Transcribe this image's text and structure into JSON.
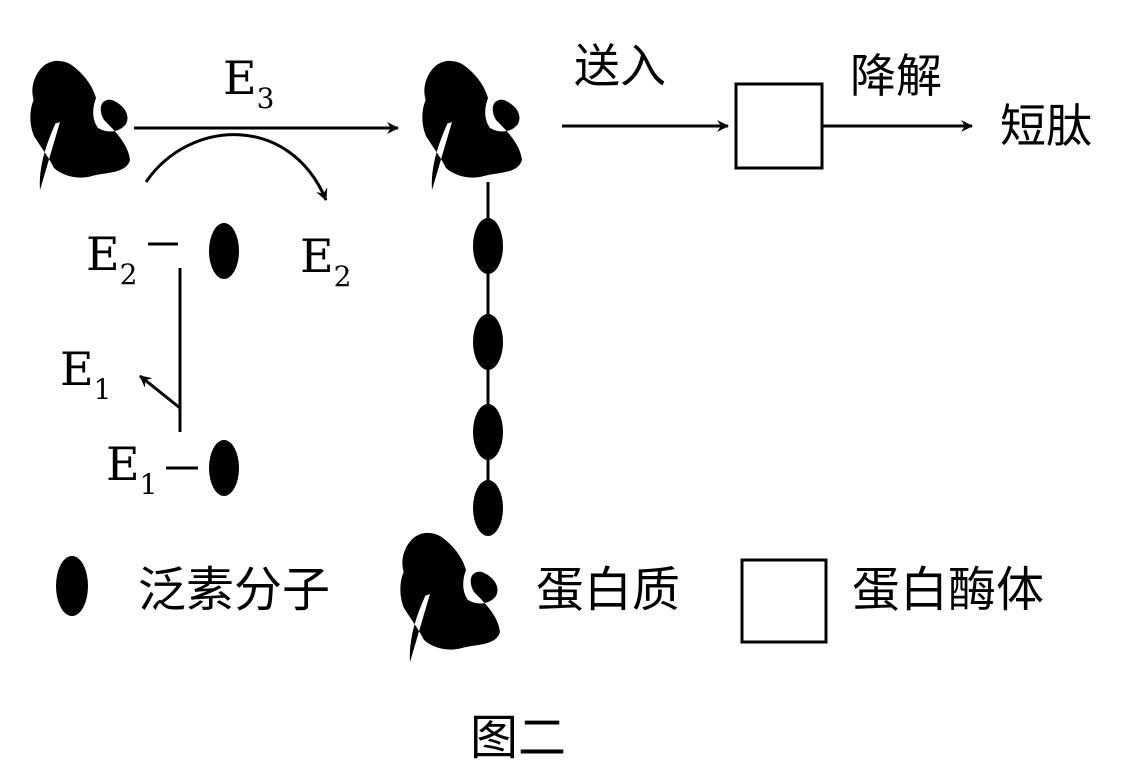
{
  "labels": {
    "e3": "E",
    "e3_sub": "3",
    "e2_left": "E",
    "e2_left_sub": "2",
    "e2_right": "E",
    "e2_right_sub": "2",
    "e1_top": "E",
    "e1_top_sub": "1",
    "e1_bottom": "E",
    "e1_bottom_sub": "1",
    "send_in": "送入",
    "degrade": "降解",
    "short_peptide": "短肽"
  },
  "legend": {
    "ubiquitin": "泛素分子",
    "protein": "蛋白质",
    "proteasome": "蛋白酶体"
  },
  "caption": "图二"
}
